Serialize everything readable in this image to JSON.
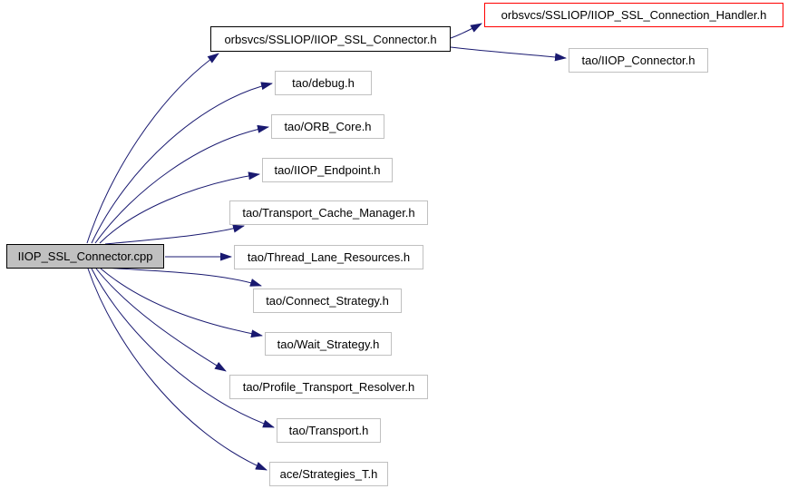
{
  "graph": {
    "type": "include-dependency-graph",
    "main_node": {
      "label": "IIOP_SSL_Connector.cpp"
    },
    "nodes": [
      {
        "id": "ssl-connector-h",
        "label": "orbsvcs/SSLIOP/IIOP_SSL_Connector.h",
        "border": "black"
      },
      {
        "id": "ssl-connection-handler-h",
        "label": "orbsvcs/SSLIOP/IIOP_SSL_Connection_Handler.h",
        "border": "red"
      },
      {
        "id": "iiop-connector-h",
        "label": "tao/IIOP_Connector.h",
        "border": "gray"
      },
      {
        "id": "debug-h",
        "label": "tao/debug.h",
        "border": "gray"
      },
      {
        "id": "orb-core-h",
        "label": "tao/ORB_Core.h",
        "border": "gray"
      },
      {
        "id": "iiop-endpoint-h",
        "label": "tao/IIOP_Endpoint.h",
        "border": "gray"
      },
      {
        "id": "transport-cache-manager-h",
        "label": "tao/Transport_Cache_Manager.h",
        "border": "gray"
      },
      {
        "id": "thread-lane-resources-h",
        "label": "tao/Thread_Lane_Resources.h",
        "border": "gray"
      },
      {
        "id": "connect-strategy-h",
        "label": "tao/Connect_Strategy.h",
        "border": "gray"
      },
      {
        "id": "wait-strategy-h",
        "label": "tao/Wait_Strategy.h",
        "border": "gray"
      },
      {
        "id": "profile-transport-resolver-h",
        "label": "tao/Profile_Transport_Resolver.h",
        "border": "gray"
      },
      {
        "id": "transport-h",
        "label": "tao/Transport.h",
        "border": "gray"
      },
      {
        "id": "strategies-t-h",
        "label": "ace/Strategies_T.h",
        "border": "gray"
      }
    ],
    "edges": [
      {
        "from": "IIOP_SSL_Connector.cpp",
        "to": "orbsvcs/SSLIOP/IIOP_SSL_Connector.h"
      },
      {
        "from": "IIOP_SSL_Connector.cpp",
        "to": "tao/debug.h"
      },
      {
        "from": "IIOP_SSL_Connector.cpp",
        "to": "tao/ORB_Core.h"
      },
      {
        "from": "IIOP_SSL_Connector.cpp",
        "to": "tao/IIOP_Endpoint.h"
      },
      {
        "from": "IIOP_SSL_Connector.cpp",
        "to": "tao/Transport_Cache_Manager.h"
      },
      {
        "from": "IIOP_SSL_Connector.cpp",
        "to": "tao/Thread_Lane_Resources.h"
      },
      {
        "from": "IIOP_SSL_Connector.cpp",
        "to": "tao/Connect_Strategy.h"
      },
      {
        "from": "IIOP_SSL_Connector.cpp",
        "to": "tao/Wait_Strategy.h"
      },
      {
        "from": "IIOP_SSL_Connector.cpp",
        "to": "tao/Profile_Transport_Resolver.h"
      },
      {
        "from": "IIOP_SSL_Connector.cpp",
        "to": "tao/Transport.h"
      },
      {
        "from": "IIOP_SSL_Connector.cpp",
        "to": "ace/Strategies_T.h"
      },
      {
        "from": "orbsvcs/SSLIOP/IIOP_SSL_Connector.h",
        "to": "orbsvcs/SSLIOP/IIOP_SSL_Connection_Handler.h"
      },
      {
        "from": "orbsvcs/SSLIOP/IIOP_SSL_Connector.h",
        "to": "tao/IIOP_Connector.h"
      }
    ],
    "colors": {
      "background": "#ffffff",
      "edge": "#191970",
      "text": "#000000",
      "node_fill": "#ffffff",
      "node_border": "#c0c0c0",
      "linked_node_border": "#000000",
      "truncated_node_border": "#ff0000",
      "main_node_fill": "#c0c0c0",
      "main_node_border": "#000000"
    }
  }
}
